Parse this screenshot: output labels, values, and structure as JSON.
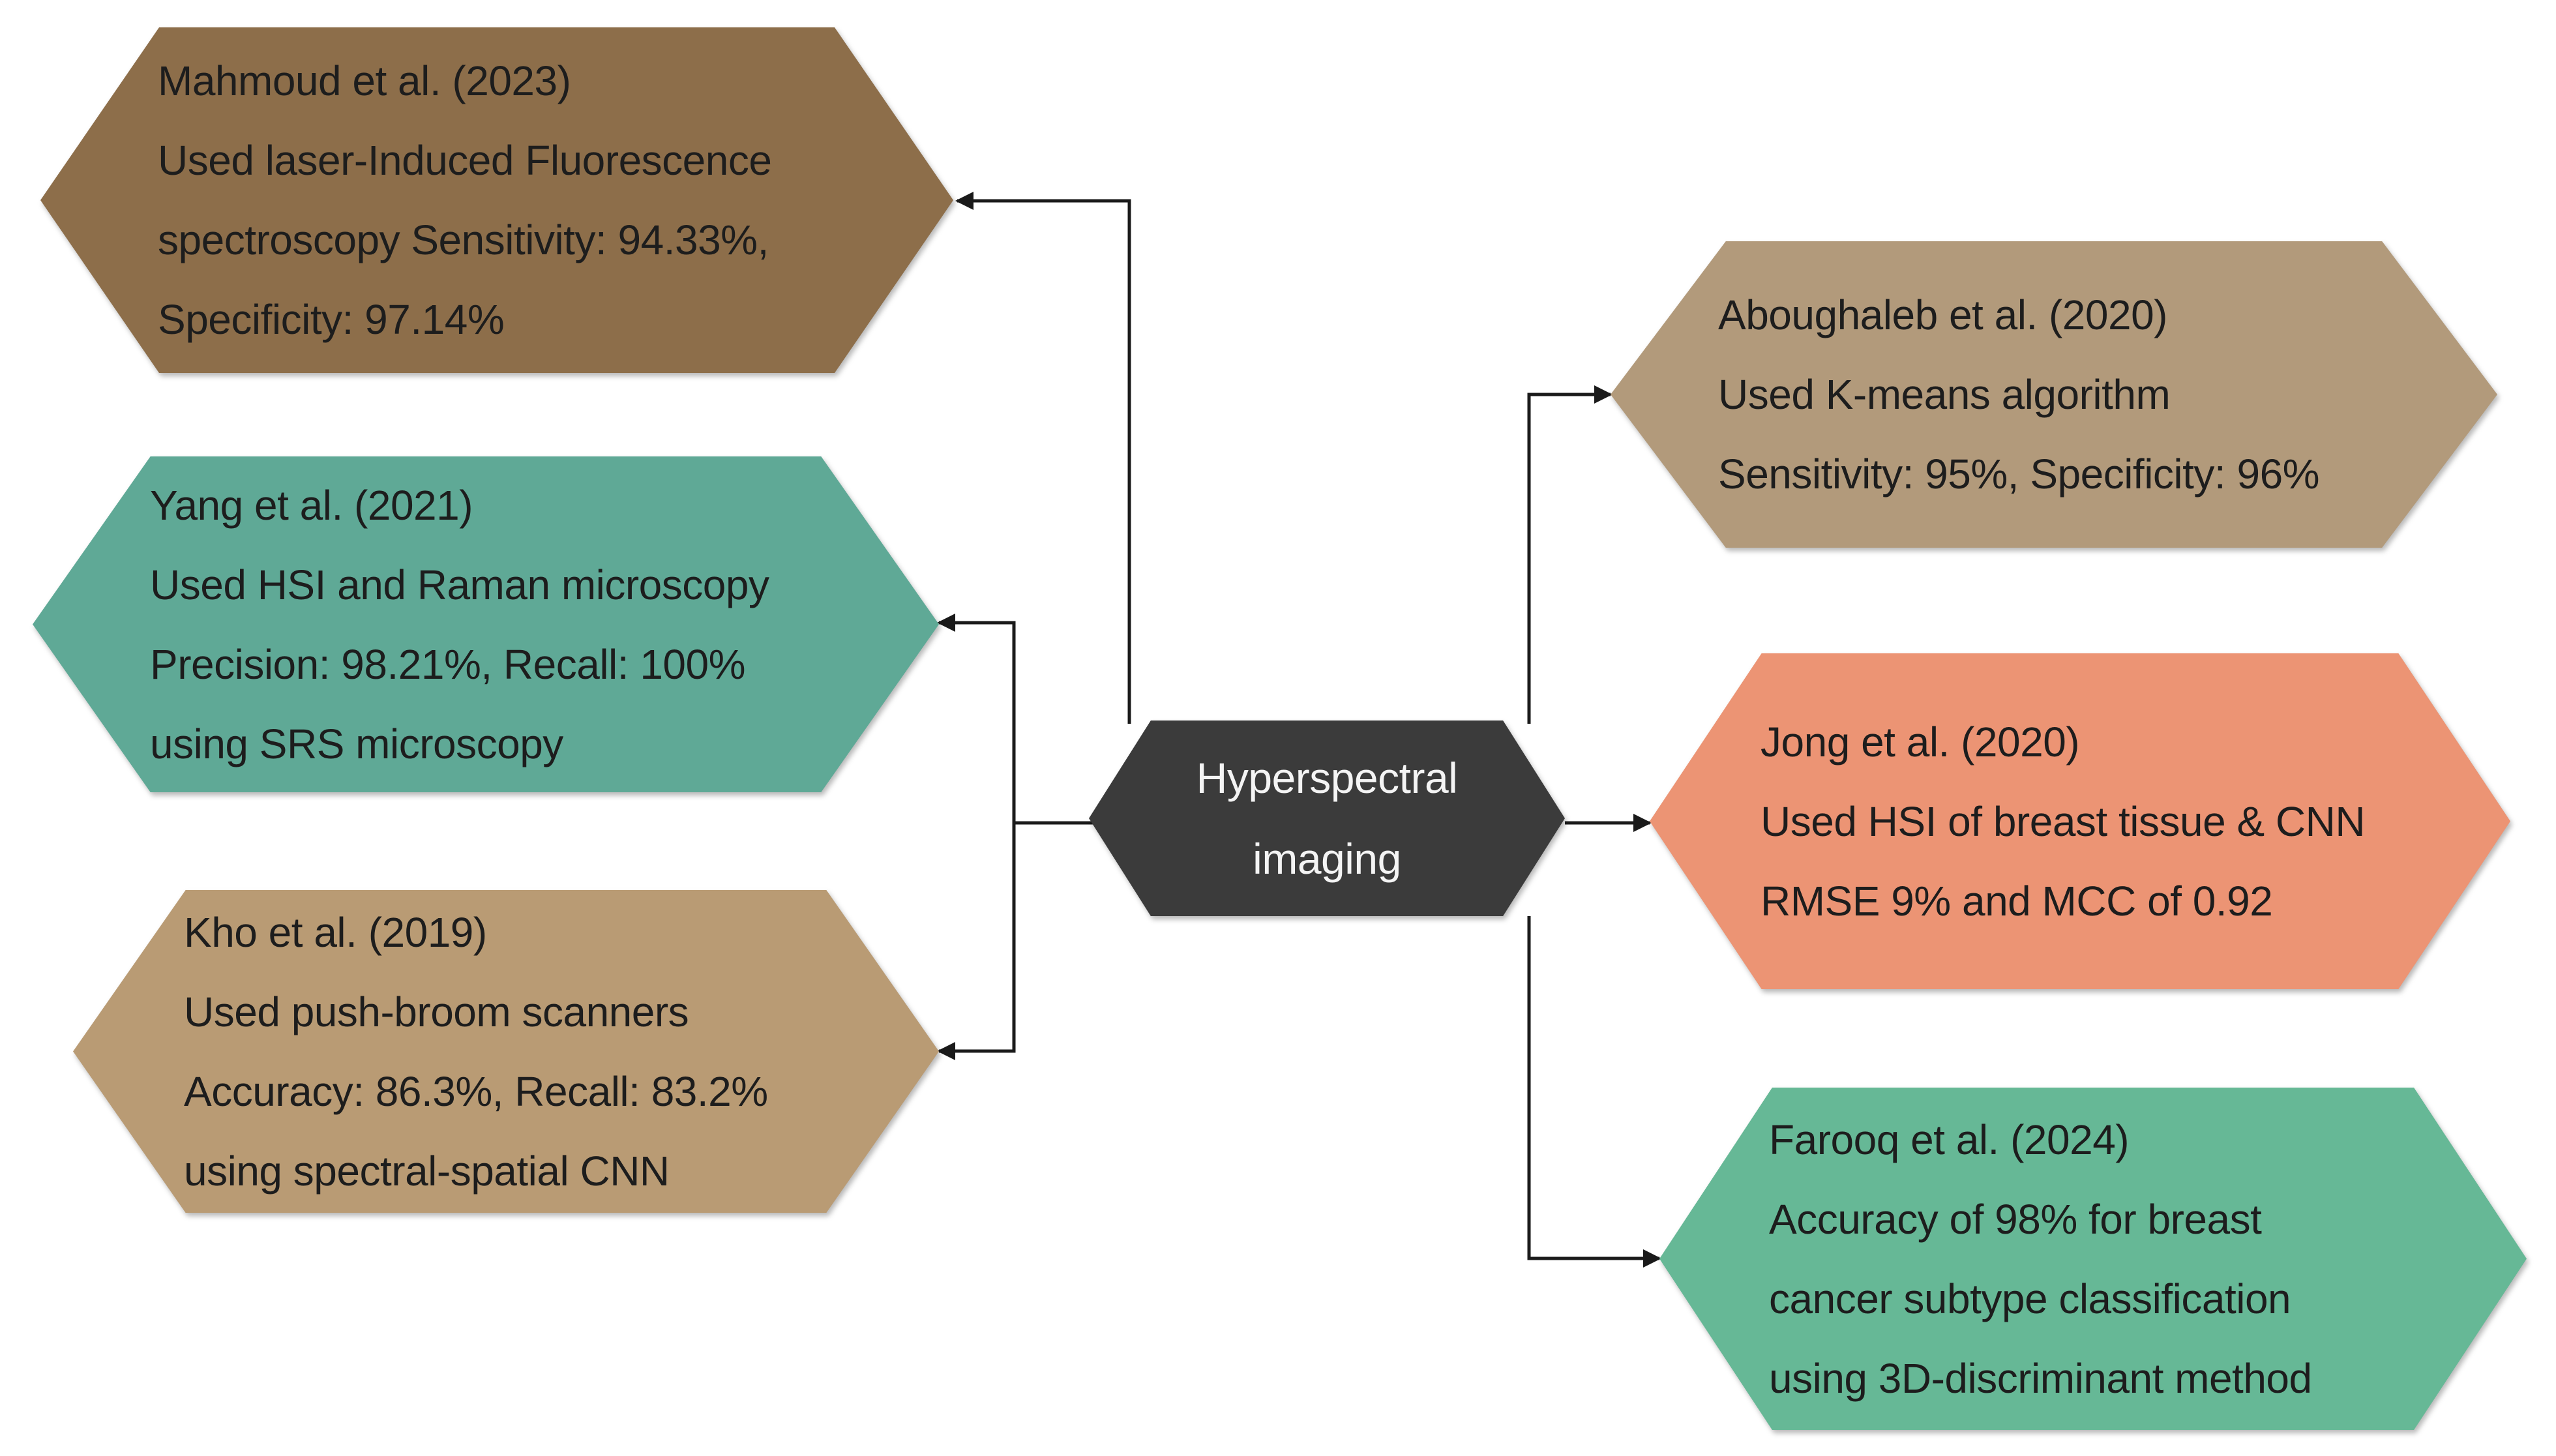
{
  "center": {
    "lines": [
      "Hyperspectral",
      "imaging"
    ],
    "color": "#3b3b3b"
  },
  "studies": [
    {
      "lines": [
        "Mahmoud et al. (2023)",
        "Used laser-Induced Fluorescence",
        "spectroscopy Sensitivity: 94.33%,",
        "Specificity: 97.14%"
      ],
      "color": "#8d6e4a"
    },
    {
      "lines": [
        "Yang et al. (2021)",
        "Used HSI and Raman microscopy",
        "Precision: 98.21%, Recall: 100%",
        "using SRS microscopy"
      ],
      "color": "#5fa996"
    },
    {
      "lines": [
        "Kho et al. (2019)",
        "Used push-broom scanners",
        "Accuracy: 86.3%, Recall: 83.2%",
        "using spectral-spatial CNN"
      ],
      "color": "#b99b74"
    },
    {
      "lines": [
        "Aboughaleb et al. (2020)",
        "Used K-means algorithm",
        "Sensitivity: 95%, Specificity: 96%"
      ],
      "color": "#b29a7b"
    },
    {
      "lines": [
        "Jong et al. (2020)",
        "Used HSI of breast tissue & CNN",
        "RMSE 9% and MCC of 0.92"
      ],
      "color": "#ec9474"
    },
    {
      "lines": [
        "Farooq et al. (2024)",
        "Accuracy of 98% for breast",
        "cancer subtype classification",
        "using 3D-discriminant method"
      ],
      "color": "#66b896"
    }
  ]
}
